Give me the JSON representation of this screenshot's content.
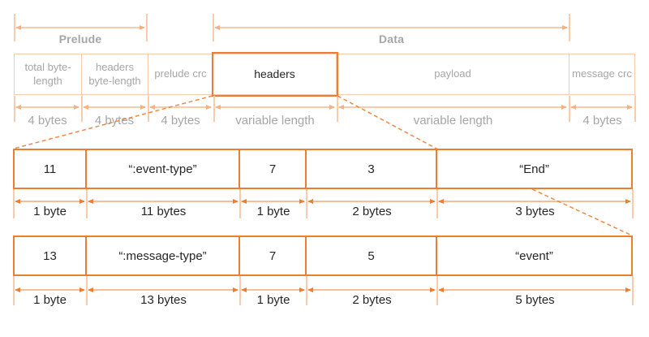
{
  "frame": {
    "brackets": [
      {
        "label": "Prelude"
      },
      {
        "label": "Data"
      }
    ],
    "fields": [
      {
        "name": "total byte-length",
        "size": "4 bytes"
      },
      {
        "name": "headers byte-length",
        "size": "4 bytes"
      },
      {
        "name": "prelude crc",
        "size": "4 bytes"
      },
      {
        "name": "headers",
        "size": "variable length"
      },
      {
        "name": "payload",
        "size": "variable length"
      },
      {
        "name": "message crc",
        "size": "4 bytes"
      }
    ]
  },
  "header_examples": [
    {
      "cells": [
        {
          "value": "11",
          "size": "1 byte"
        },
        {
          "value": "“:event-type”",
          "size": "11 bytes"
        },
        {
          "value": "7",
          "size": "1 byte"
        },
        {
          "value": "3",
          "size": "2 bytes"
        },
        {
          "value": "“End”",
          "size": "3 bytes"
        }
      ]
    },
    {
      "cells": [
        {
          "value": "13",
          "size": "1 byte"
        },
        {
          "value": "“:message-type”",
          "size": "13 bytes"
        },
        {
          "value": "7",
          "size": "1 byte"
        },
        {
          "value": "5",
          "size": "2 bytes"
        },
        {
          "value": "“event”",
          "size": "5 bytes"
        }
      ]
    }
  ],
  "colors": {
    "accent": "#ED7D31",
    "accent_medium": "#F4B183",
    "accent_light": "#F8CBAD",
    "text_gray": "#A6A6A6",
    "text_dark": "#262626"
  }
}
